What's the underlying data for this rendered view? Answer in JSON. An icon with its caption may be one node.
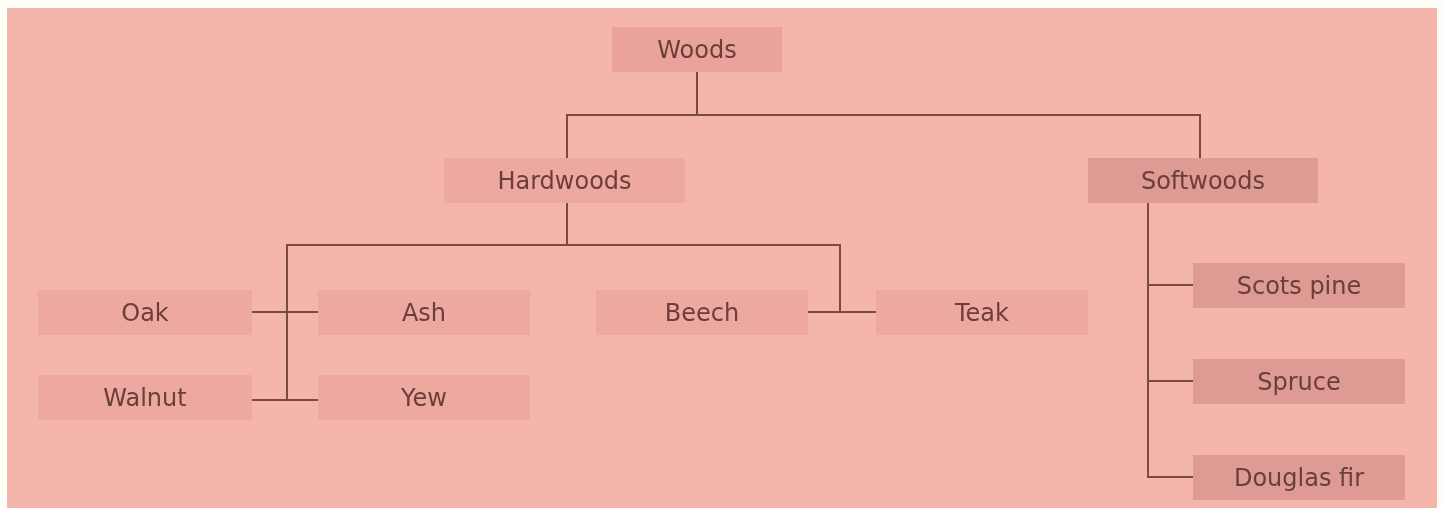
{
  "diagram": {
    "nodes": [
      {
        "text": [
          "Woods"
        ]
      },
      {
        "text": [
          "Hardwoods"
        ]
      },
      {
        "text": [
          "Softwoods"
        ]
      },
      {
        "text": [
          "Oak"
        ]
      },
      {
        "text": [
          "Ash"
        ]
      },
      {
        "text": [
          "Beech"
        ]
      },
      {
        "text": [
          "Teak"
        ]
      },
      {
        "text": [
          "Scots pine"
        ]
      },
      {
        "text": [
          "Walnut"
        ]
      },
      {
        "text": [
          "Yew"
        ]
      },
      {
        "text": [
          "Spruce"
        ]
      },
      {
        "text": [
          "Douglas fir"
        ]
      }
    ],
    "edges": [
      {
        "from": 0,
        "to": 1,
        "arrow": "none"
      },
      {
        "from": 0,
        "to": 2,
        "arrow": "none"
      },
      {
        "from": 1,
        "to": 3,
        "arrow": "none"
      },
      {
        "from": 1,
        "to": 4,
        "arrow": "none"
      },
      {
        "from": 1,
        "to": 8,
        "arrow": "none"
      },
      {
        "from": 1,
        "to": 9,
        "arrow": "none"
      },
      {
        "from": 1,
        "to": 5,
        "arrow": "none"
      },
      {
        "from": 1,
        "to": 6,
        "arrow": "none"
      },
      {
        "from": 2,
        "to": 7,
        "arrow": "none"
      },
      {
        "from": 2,
        "to": 10,
        "arrow": "none"
      },
      {
        "from": 2,
        "to": 11,
        "arrow": "none"
      }
    ]
  }
}
